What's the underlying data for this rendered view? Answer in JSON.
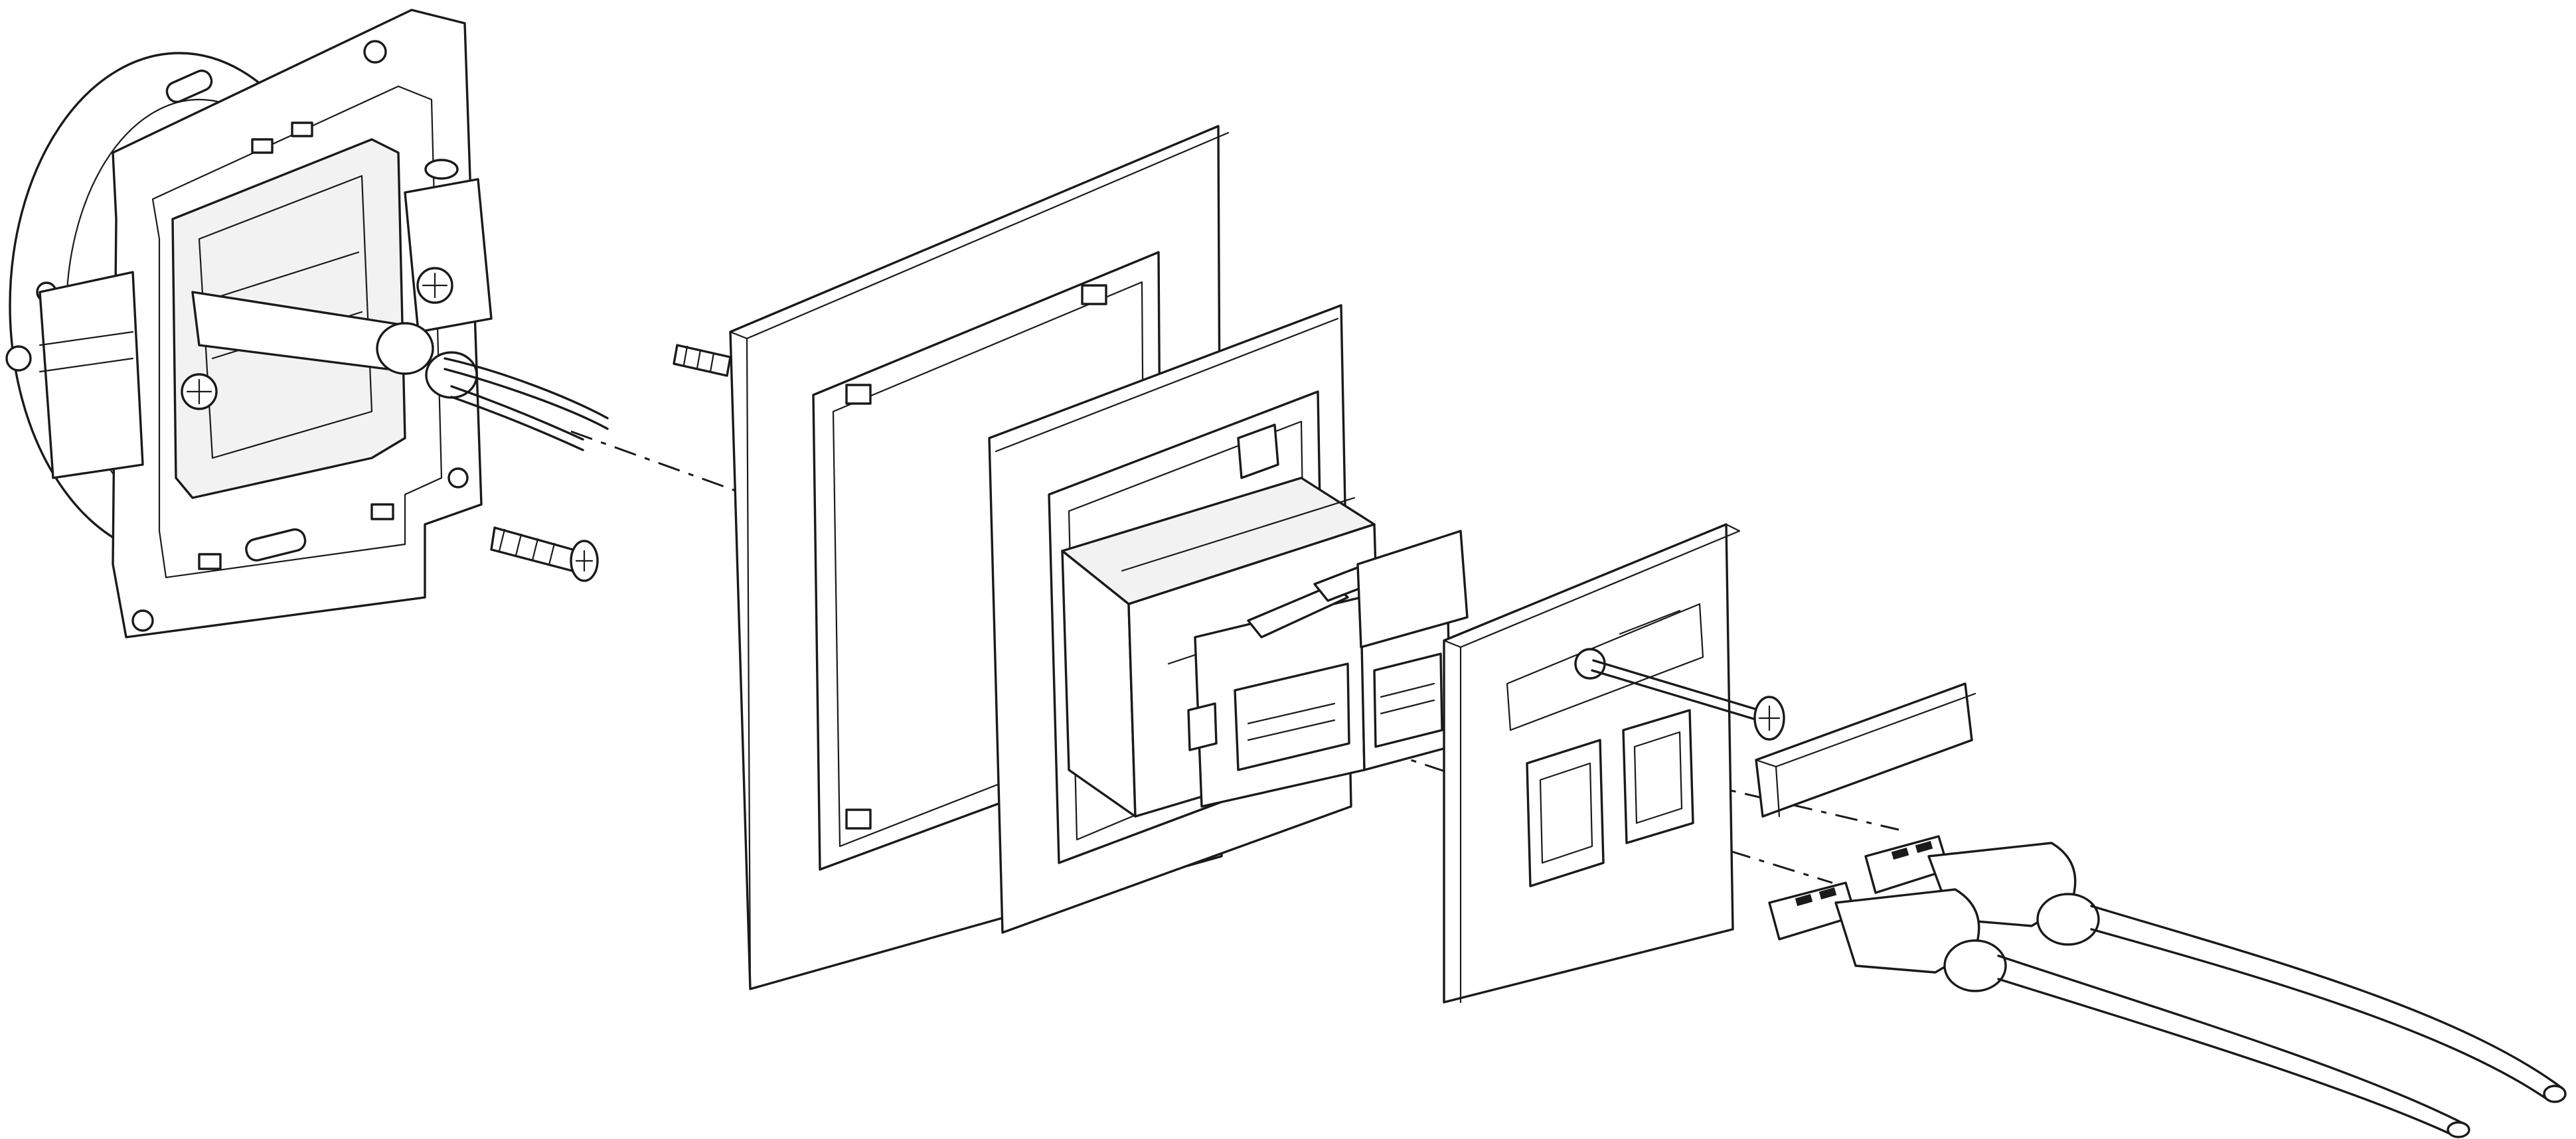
{
  "diagram": {
    "kind": "exploded-assembly",
    "style": "black line art on white",
    "stroke_color": "#1a1a1a",
    "background_color": "#ffffff",
    "parts": [
      "mounting-box-with-metal-frame",
      "cable-with-wires",
      "fixing-screw-short",
      "fixing-screw-long",
      "cover-frame",
      "inner-frame",
      "usb-module-pair",
      "front-plate",
      "plate-screw",
      "label-strip",
      "usb-plug-upper",
      "usb-plug-lower"
    ]
  }
}
